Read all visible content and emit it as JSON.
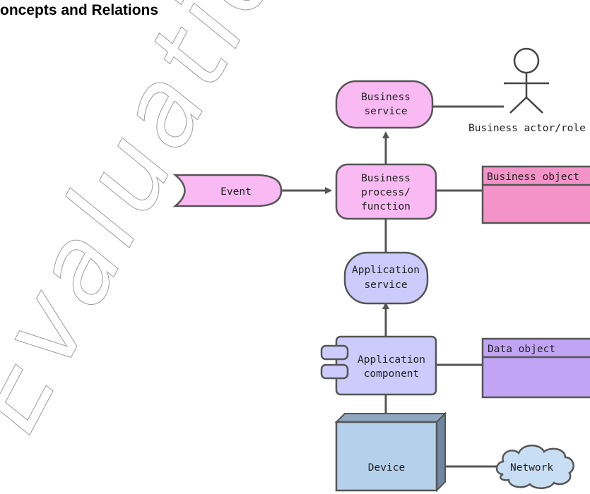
{
  "heading": "oncepts and Relations",
  "watermark": "Evaluation Copy",
  "nodes": {
    "business_service": [
      "Business",
      "service"
    ],
    "business_actor": "Business actor/role",
    "event": "Event",
    "business_process": [
      "Business",
      "process/",
      "function"
    ],
    "business_object": "Business object",
    "application_service": [
      "Application",
      "service"
    ],
    "application_component": [
      "Application",
      "component"
    ],
    "data_object": "Data object",
    "device": "Device",
    "network": "Network"
  },
  "colors": {
    "business_fill": "#f9b9f2",
    "business_object_fill": "#f493c8",
    "application_fill": "#cccbfb",
    "data_object_fill": "#c1a5f4",
    "device_fill": "#b5d0eb",
    "network_fill": "#c8def3",
    "stroke": "#555555"
  }
}
